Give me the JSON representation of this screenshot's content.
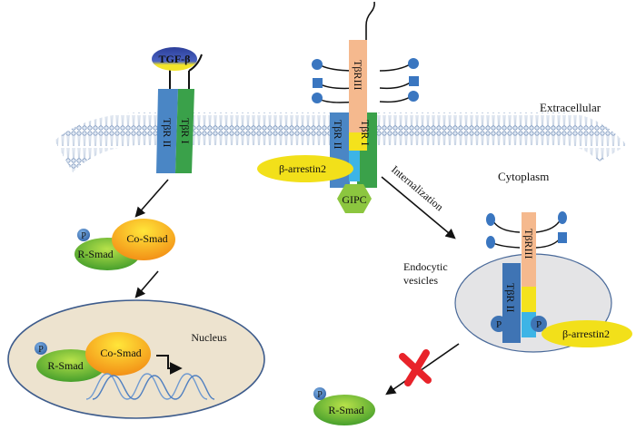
{
  "figure": {
    "regions": {
      "extracellular": "Extracellular",
      "cytoplasm": "Cytoplasm",
      "nucleus": "Nucleus",
      "endocytic_vesicles_line1": "Endocytic",
      "endocytic_vesicles_line2": "vesicles"
    },
    "ligand": {
      "label": "TGF-β"
    },
    "receptors": {
      "type2": "TβR II",
      "type1": "TβR I",
      "type3": "TβRIII"
    },
    "adaptors": {
      "arrestin": "β-arrestin2",
      "gipc": "GIPC"
    },
    "smads": {
      "r_smad": "R-Smad",
      "co_smad": "Co-Smad",
      "phospho": "P"
    },
    "process": {
      "internalization": "Internalization"
    },
    "colors": {
      "tbr2": "#4a86c5",
      "tbr1": "#3aa14a",
      "tbr3": "#f5b98e",
      "yellow_segment": "#f4e21c",
      "cyan_segment": "#3db4e6",
      "arrestin": "#f2e01a",
      "gipc": "#8cc63f",
      "r_smad": "#6cbf2e",
      "co_smad": "#f6b21a",
      "nucleus_fill": "#ede3cf",
      "vesicle_fill": "#e4e4e6",
      "membrane": "#8aa6c8",
      "inhibition_x": "#e8232a"
    }
  }
}
